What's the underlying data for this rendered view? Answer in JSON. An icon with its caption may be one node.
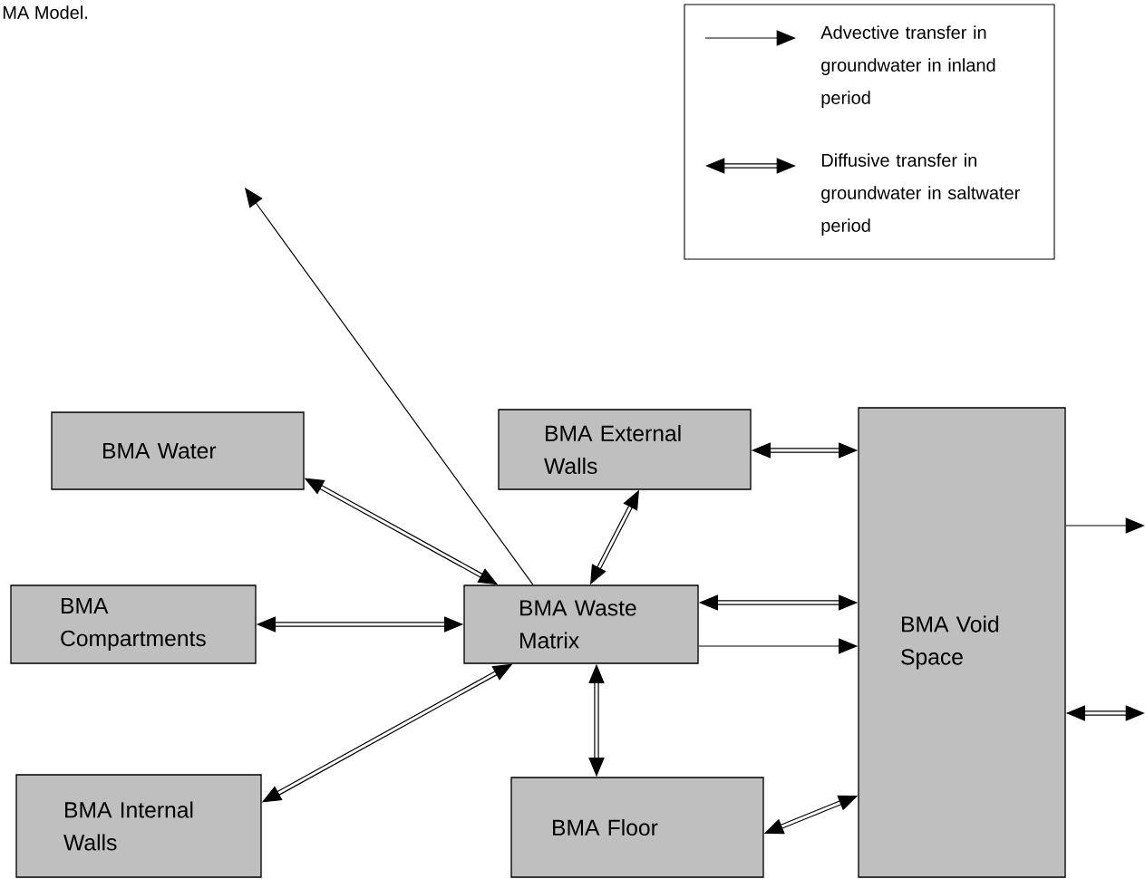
{
  "diagram": {
    "title": "MA Model.",
    "nodes": [
      {
        "text": [
          "BMA Water"
        ]
      },
      {
        "text": [
          "BMA External Walls"
        ]
      },
      {
        "text": [
          "BMA Void Space"
        ]
      },
      {
        "text": [
          "BMA Compartments"
        ]
      },
      {
        "text": [
          "BMA Waste Matrix"
        ]
      },
      {
        "text": [
          "BMA Internal Walls"
        ]
      },
      {
        "text": [
          "BMA Floor"
        ]
      }
    ],
    "edges": [
      {
        "from": 4,
        "to": null,
        "arrow": "to"
      },
      {
        "from": 0,
        "to": 4,
        "arrow": "both"
      },
      {
        "from": 1,
        "to": 2,
        "arrow": "both"
      },
      {
        "from": 4,
        "to": 1,
        "arrow": "both"
      },
      {
        "from": 3,
        "to": 4,
        "arrow": "both"
      },
      {
        "from": 4,
        "to": 2,
        "arrow": "both"
      },
      {
        "from": 4,
        "to": 2,
        "arrow": "to"
      },
      {
        "from": 5,
        "to": 4,
        "arrow": "both"
      },
      {
        "from": 4,
        "to": 6,
        "arrow": "both"
      },
      {
        "from": 6,
        "to": 2,
        "arrow": "both"
      },
      {
        "from": 2,
        "to": null,
        "arrow": "to"
      },
      {
        "from": 2,
        "to": null,
        "arrow": "both"
      }
    ],
    "legend": [
      {
        "text": "Advective transfer in groundwater in inland period"
      },
      {
        "text": "Diffusive transfer in groundwater in saltwater period"
      }
    ]
  }
}
